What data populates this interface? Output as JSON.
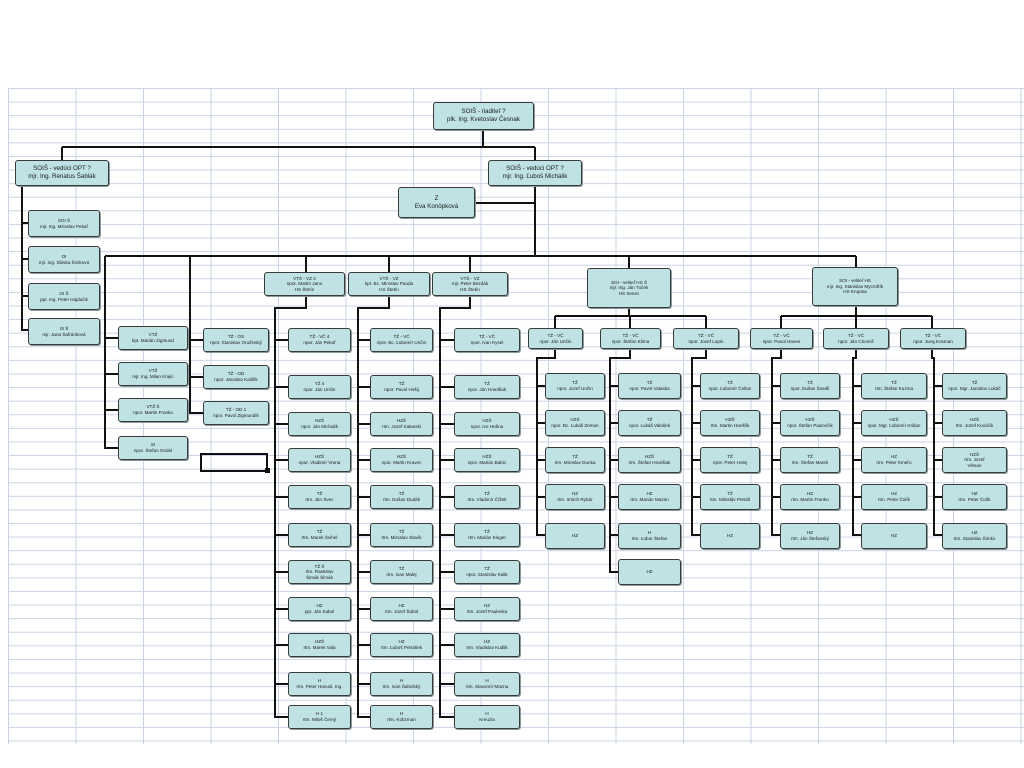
{
  "nodes": {
    "root": {
      "l1": "SOIŠ - riaditeľ ?",
      "l2": "plk. Ing. Kvetoslav Česnak"
    },
    "opt_left": {
      "l1": "SOIŠ - vedúci OPT ?",
      "l2": "mjr. Ing. Renatus Šablák"
    },
    "opt_right": {
      "l1": "SOIŠ - vedúci OPT ?",
      "l2": "mjr. Ing. Ľuboš Michálik"
    },
    "assistant": {
      "l1": "Z",
      "l2": "Eva Konôpková"
    },
    "staff_1": {
      "l1": "SOI Š",
      "l2": "mjr. Ing. Miroslav Pekař"
    },
    "staff_2": {
      "l1": "OI",
      "l2": "mjr. Ing. Slávka Šimková"
    },
    "staff_3": {
      "l1": "OI Š",
      "l2": "ppr. Ing. Peter Hajdučik"
    },
    "staff_4": {
      "l1": "SI Š",
      "l2": "mjr. Jana Šafránková"
    },
    "vtz_1": {
      "l1": "VTŽ",
      "l2": "kpt. Marián Zigmund"
    },
    "vtz_2": {
      "l1": "VTŽ",
      "l2": "mjr. Ing. Milan Krajic"
    },
    "vtz_3": {
      "l1": "VTŽ Š",
      "l2": "npor. Martin Franko"
    },
    "vtz_4": {
      "l1": "SI",
      "l2": "npor. Štefan Ondel"
    },
    "tc_1": {
      "l1": "TŽ - OS",
      "l2": "npor. Stanislav Oružinský"
    },
    "tc_2": {
      "l1": "TŽ - OD",
      "l2": "npor. Jaroslav Kališík"
    },
    "tc_3": {
      "l1": "TŽ - OD 1",
      "l2": "npor. Pavol Zigmundík"
    },
    "hdr_vz1": {
      "l1": "VTŠ - VZ 2",
      "l2": "npor. Martin Jano",
      "l3": "HS Štetín"
    },
    "hdr_vz2": {
      "l1": "VTŠ - VZ",
      "l2": "kpt. Bc. Miroslav Pauda",
      "l3": "HS Štetín"
    },
    "hdr_vz3": {
      "l1": "VTŠ - VZ",
      "l2": "mjr. Peter Bezdák",
      "l3": "HS Štetín"
    },
    "hdr_soi1": {
      "l1": "SOI - veliteľ HS Š",
      "l2": "mjr. Ing. Ján Tuček",
      "l3": "HS Senec"
    },
    "hdr_soi2": {
      "l1": "SOI - veliteľ HS",
      "l2": "mjr. Ing. Stanislav Mycroftík",
      "l3": "HS Krupina"
    },
    "col1": [
      {
        "l1": "TŽ - VČ 4",
        "l2": "npor. Ján Pekař"
      },
      {
        "l1": "TŽ 4",
        "l2": "npor. Ján Unčin"
      },
      {
        "l1": "HZŠ",
        "l2": "npor. Ján Michalik"
      },
      {
        "l1": "HZŠ",
        "l2": "npor. Vladimír Vrana"
      },
      {
        "l1": "TŽ",
        "l2": "rtm. Ján Švec"
      },
      {
        "l1": "TŽ",
        "l2": "rtm. Marek Švihel"
      },
      {
        "l1": "TŽ Š",
        "l2": "rtm. Rastislav",
        "l3": "Šimák Šimák"
      },
      {
        "l1": "HZ",
        "l2": "ppr. Ján Sabol"
      },
      {
        "l1": "HZŠ",
        "l2": "rtm. Marek Vala"
      },
      {
        "l1": "H",
        "l2": "rtm. Peter Hanusl, Ing."
      },
      {
        "l1": "H 1",
        "l2": "rtm. Miloš Černý"
      }
    ],
    "col2": [
      {
        "l1": "TŽ - VČ",
        "l2": "npor. Bc. Ľubomír Unčin"
      },
      {
        "l1": "TŽ",
        "l2": "npor. Pavol Hošij"
      },
      {
        "l1": "HZŠ",
        "l2": "rtm. Jozef Kalanski"
      },
      {
        "l1": "HZŠ",
        "l2": "npor. Martin Kravec"
      },
      {
        "l1": "TŽ",
        "l2": "rtm. Dušan Dudák"
      },
      {
        "l1": "TŽ",
        "l2": "rtm. Miroslav Slavík"
      },
      {
        "l1": "TŽ",
        "l2": "rtm. Ivan Malej"
      },
      {
        "l1": "HZ",
        "l2": "rtm. Jozef Šabol"
      },
      {
        "l1": "HZ",
        "l2": "rtm. Ľuboš Petrášek"
      },
      {
        "l1": "H",
        "l2": "rtm. Ivan Šabolský"
      },
      {
        "l1": "H",
        "l2": "rtm. Kobzman"
      }
    ],
    "col3": [
      {
        "l1": "TŽ - VČ",
        "l2": "npor. Ivan Kysel"
      },
      {
        "l1": "TŽ",
        "l2": "npor. Ján Hranšlak"
      },
      {
        "l1": "HZŠ",
        "l2": "npor. Ivo Hrdina"
      },
      {
        "l1": "HZŠ",
        "l2": "npor. Marián Babic"
      },
      {
        "l1": "TŽ",
        "l2": "rtm. Vladimír Čížek"
      },
      {
        "l1": "TŽ",
        "l2": "rtm. Marián Kluger"
      },
      {
        "l1": "TŽ",
        "l2": "npor. Stanislav Kalik"
      },
      {
        "l1": "HZ",
        "l2": "rtm. Jozef Paulenka"
      },
      {
        "l1": "HZ",
        "l2": "rtm. Vladislav Kudlik"
      },
      {
        "l1": "H",
        "l2": "rtm. Slavomír Mazna"
      },
      {
        "l1": "H",
        "l2": "Kreuzla"
      }
    ],
    "g1_heads": [
      {
        "l1": "TŽ - VČ",
        "l2": "npor. Ján Unčin"
      },
      {
        "l1": "TŽ - VČ",
        "l2": "npor. Štefan Klima"
      },
      {
        "l1": "TŽ - VČ",
        "l2": "npor. Jozef Lopin"
      }
    ],
    "g1_a": [
      {
        "l1": "TŽ",
        "l2": "npor. Jozef Unčin"
      },
      {
        "l1": "HZŠ",
        "l2": "npor. Bc. Lukáš Zeman"
      },
      {
        "l1": "TŽ",
        "l2": "rtm. Miroslav Dunka"
      },
      {
        "l1": "HZ",
        "l2": "rtm. Imrich Rybár"
      },
      {
        "l1": "HZ",
        "l2": ""
      }
    ],
    "g1_b": [
      {
        "l1": "TŽ",
        "l2": "npor. Pavol Valaska"
      },
      {
        "l1": "TŽ",
        "l2": "npor. Lukáš Valašek"
      },
      {
        "l1": "HZŠ",
        "l2": "rtm. Štefan Hranšlak"
      },
      {
        "l1": "HZ",
        "l2": "rtm. Marián Mazan"
      },
      {
        "l1": "H",
        "l2": "rtm. Ľubor Štefan"
      },
      {
        "l1": "HZ",
        "l2": ""
      }
    ],
    "g1_c": [
      {
        "l1": "TŽ",
        "l2": "npor. Ľubomír Čellan"
      },
      {
        "l1": "HZŠ",
        "l2": "rtm. Martin Hanšlík"
      },
      {
        "l1": "TŽ",
        "l2": "npor. Peter Holej"
      },
      {
        "l1": "TŽ",
        "l2": "rtm. Milosláv Petráš"
      },
      {
        "l1": "HZ",
        "l2": ""
      }
    ],
    "g2_heads": [
      {
        "l1": "TŽ - VČ",
        "l2": "npor. Pavol Hanes"
      },
      {
        "l1": "TŽ - VČ",
        "l2": "npor. Ján Chomič"
      },
      {
        "l1": "TŽ - VČ",
        "l2": "npor. Juraj Kosman"
      }
    ],
    "g2_a": [
      {
        "l1": "TŽ",
        "l2": "npor. Dušan Švedlí"
      },
      {
        "l1": "HZŠ",
        "l2": "npor. Štefan Paulovčik"
      },
      {
        "l1": "TŽ",
        "l2": "rtm. Štefan Marek"
      },
      {
        "l1": "HZ",
        "l2": "rtm. Martin Franko"
      },
      {
        "l1": "HZ",
        "l2": "rtm. Ján Štefanský"
      }
    ],
    "g2_b": [
      {
        "l1": "TŽ",
        "l2": "rtm. Štefan Kuzma"
      },
      {
        "l1": "HZŠ",
        "l2": "npor. Mgr. Ľubomír Krišan"
      },
      {
        "l1": "HZ",
        "l2": "rtm. Peter Kmeťo"
      },
      {
        "l1": "HZ",
        "l2": "rtm. Peter Čolík"
      },
      {
        "l1": "HZ",
        "l2": ""
      }
    ],
    "g2_c": [
      {
        "l1": "TŽ",
        "l2": "npor. Mgr. Jaroslav Lukáč"
      },
      {
        "l1": "HZŠ",
        "l2": "rtm. Jozef Kováčik"
      },
      {
        "l1": "HZŠ",
        "l2": "rtm. Jozef",
        "l3": "Vilman"
      },
      {
        "l1": "HZ",
        "l2": "rtm. Peter Čolík"
      },
      {
        "l1": "HZ",
        "l2": "rtm. Stanislav Šimko"
      }
    ]
  }
}
